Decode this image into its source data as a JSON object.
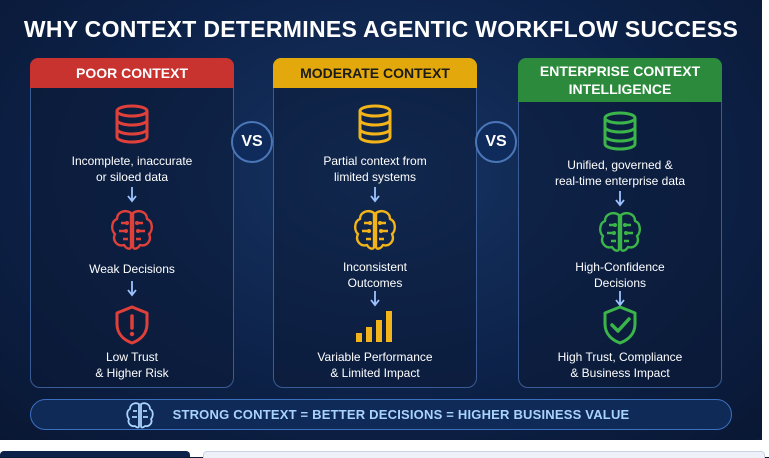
{
  "title": "WHY CONTEXT DETERMINES AGENTIC WORKFLOW SUCCESS",
  "vs_label": "VS",
  "colors": {
    "poor": "#c8322f",
    "moderate": "#e2a80c",
    "enterprise": "#2c8a3c",
    "poor_icon": "#e0403a",
    "moderate_icon": "#f2b418",
    "enterprise_icon": "#3bb54a",
    "arrow": "#9cc3ff",
    "banner_text": "#a9d3ff"
  },
  "panels": [
    {
      "header": "POOR CONTEXT",
      "data_text": [
        "Incomplete, inaccurate",
        "or siloed data"
      ],
      "decision_text": [
        "Weak Decisions"
      ],
      "outcome_text": [
        "Low Trust",
        "& Higher Risk"
      ],
      "icons": [
        "database-icon",
        "brain-icon",
        "warning-shield-icon"
      ]
    },
    {
      "header": "MODERATE CONTEXT",
      "data_text": [
        "Partial context from",
        "limited systems"
      ],
      "decision_text": [
        "Inconsistent",
        "Outcomes"
      ],
      "outcome_text": [
        "Variable Performance",
        "& Limited Impact"
      ],
      "icons": [
        "database-icon",
        "brain-icon",
        "bar-chart-icon"
      ]
    },
    {
      "header": [
        "ENTERPRISE CONTEXT",
        "INTELLIGENCE"
      ],
      "data_text": [
        "Unified, governed &",
        "real-time enterprise data"
      ],
      "decision_text": [
        "High-Confidence",
        "Decisions"
      ],
      "outcome_text": [
        "High Trust, Compliance",
        "& Business Impact"
      ],
      "icons": [
        "database-icon",
        "brain-icon",
        "check-shield-icon"
      ]
    }
  ],
  "banner": {
    "text": "STRONG CONTEXT = BETTER DECISIONS = HIGHER BUSINESS VALUE",
    "icon": "ai-brain-circuit-icon"
  }
}
